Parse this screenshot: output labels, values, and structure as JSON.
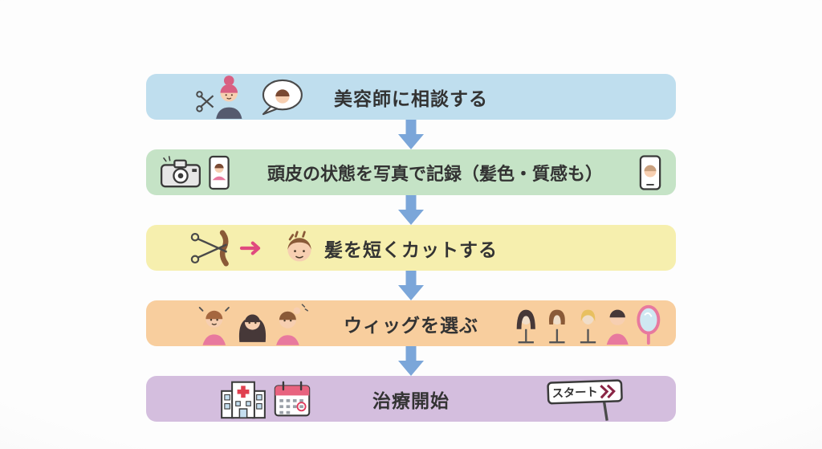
{
  "background_color": "#fafafa",
  "arrow_color": "#7ba6d9",
  "text_color": "#333333",
  "steps": [
    {
      "label": "美容師に相談する",
      "color": "#bfdeee",
      "icons": [
        "hairdresser-icon",
        "speech-bubble-icon"
      ]
    },
    {
      "label": "頭皮の状態を写真で記録（髪色・質感も）",
      "color": "#c5e3c6",
      "icons": [
        "camera-icon",
        "phone-photo-icon",
        "phone-face-icon"
      ]
    },
    {
      "label": "髪を短くカットする",
      "color": "#f6efae",
      "icons": [
        "scissors-cutting-hair-icon",
        "pink-arrow-icon",
        "short-hair-head-icon"
      ]
    },
    {
      "label": "ウィッグを選ぶ",
      "color": "#f8ce9e",
      "icons": [
        "women-group-icon",
        "wig-stands-icon",
        "hand-mirror-icon"
      ]
    },
    {
      "label": "治療開始",
      "color": "#d4bede",
      "icons": [
        "hospital-icon",
        "calendar-icon",
        "start-sign-icon"
      ],
      "sign_label": "スタート"
    }
  ]
}
